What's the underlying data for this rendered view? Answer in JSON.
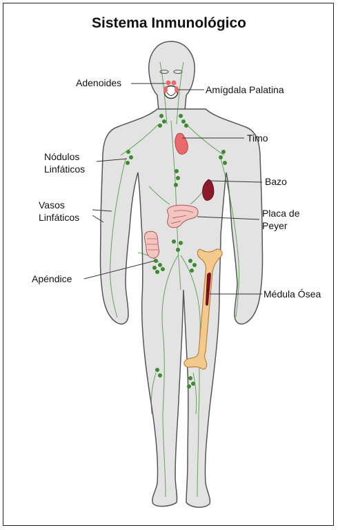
{
  "title": "Sistema Inmunológico",
  "labels": {
    "adenoides": "Adenoides",
    "amigdala": "Amígdala Palatina",
    "timo": "Timo",
    "nodulos_1": "Nódulos",
    "nodulos_2": "Linfáticos",
    "bazo": "Bazo",
    "vasos_1": "Vasos",
    "vasos_2": "Linfáticos",
    "placa_1": "Placa de",
    "placa_2": "Peyer",
    "apendice": "Apéndice",
    "medula": "Médula Ósea"
  },
  "colors": {
    "body": "#e3e3e3",
    "outline": "#555555",
    "lymph": "#3d8a2e",
    "thymus": "#e86a6a",
    "spleen": "#8b1a2a",
    "intestine": "#f4c4c0",
    "bone": "#f3c98c",
    "marrow": "#7a1020"
  }
}
